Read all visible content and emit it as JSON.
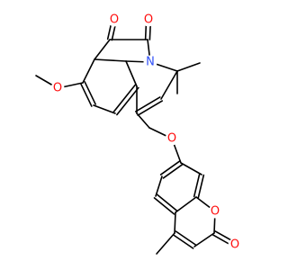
{
  "colors": {
    "carbon_bond": "#000000",
    "oxygen": "#ff0d0d",
    "nitrogen": "#3050f8",
    "background": "#ffffff"
  },
  "atom_labels": [
    {
      "id": "o-ketone-1",
      "text": "O",
      "element": "oxygen"
    },
    {
      "id": "o-ketone-2",
      "text": "O",
      "element": "oxygen"
    },
    {
      "id": "n-ring",
      "text": "N",
      "element": "nitrogen"
    },
    {
      "id": "o-methoxy",
      "text": "O",
      "element": "oxygen"
    },
    {
      "id": "o-ether",
      "text": "O",
      "element": "oxygen"
    },
    {
      "id": "o-ring",
      "text": "O",
      "element": "oxygen"
    },
    {
      "id": "o-carbonyl",
      "text": "O",
      "element": "oxygen"
    }
  ]
}
